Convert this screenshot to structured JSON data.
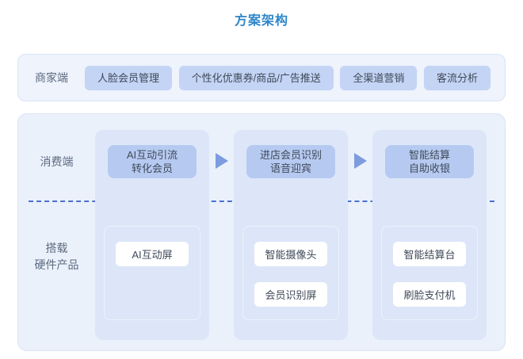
{
  "title": "方案架构",
  "colors": {
    "title_blue": "#2e86c9",
    "section_label": "#5c6b80",
    "band_bg": "#eef3fc",
    "container_bg": "#ebf1fb",
    "column_bg": "#dce6f8",
    "merchant_pill_bg": "#c4d4f4",
    "flow_button_bg": "#b6caf1",
    "hardware_button_bg": "#ffffff",
    "arrow": "#7d9ce0",
    "dashed_line": "#4a6fd0",
    "button_text": "#3f4959"
  },
  "merchant": {
    "label": "商家端",
    "items": [
      "人脸会员管理",
      "个性化优惠券/商品/广告推送",
      "全渠道营销",
      "客流分析"
    ]
  },
  "consumer": {
    "label": "消费端",
    "flow": [
      {
        "line1": "AI互动引流",
        "line2": "转化会员"
      },
      {
        "line1": "进店会员识别",
        "line2": "语音迎宾"
      },
      {
        "line1": "智能结算",
        "line2": "自助收银"
      }
    ]
  },
  "hardware": {
    "label_line1": "搭载",
    "label_line2": "硬件产品",
    "columns": [
      [
        "AI互动屏"
      ],
      [
        "智能摄像头",
        "会员识别屏"
      ],
      [
        "智能结算台",
        "刷脸支付机"
      ]
    ]
  }
}
